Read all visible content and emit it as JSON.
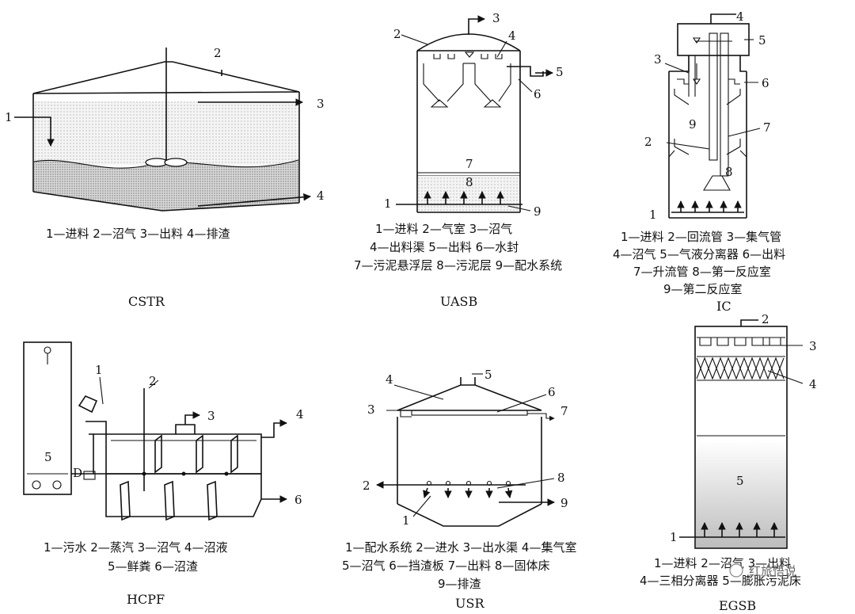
{
  "cstr": {
    "name": "CSTR",
    "nums": [
      "1",
      "2",
      "3",
      "4"
    ],
    "legend": [
      "1—进料 2—沼气 3—出料 4—排渣"
    ]
  },
  "uasb": {
    "name": "UASB",
    "nums": [
      "1",
      "2",
      "3",
      "4",
      "5",
      "6",
      "7",
      "8",
      "9"
    ],
    "legend": [
      "1—进料 2—气室 3—沼气",
      "4—出料渠 5—出料 6—水封",
      "7—污泥悬浮层 8—污泥层 9—配水系统"
    ]
  },
  "ic": {
    "name": "IC",
    "nums": [
      "1",
      "2",
      "3",
      "4",
      "5",
      "6",
      "7",
      "8",
      "9"
    ],
    "legend": [
      "1—进料 2—回流管 3—集气管",
      "4—沼气 5—气液分离器 6—出料",
      "7—升流管 8—第一反应室",
      "9—第二反应室"
    ]
  },
  "hcpf": {
    "name": "HCPF",
    "nums": [
      "1",
      "2",
      "3",
      "4",
      "5",
      "6"
    ],
    "d_label": "D",
    "legend": [
      "1—污水 2—蒸汽 3—沼气 4—沼液",
      "5—鲜粪 6—沼渣"
    ]
  },
  "usr": {
    "name": "USR",
    "nums": [
      "1",
      "2",
      "3",
      "4",
      "5",
      "6",
      "7",
      "8",
      "9"
    ],
    "legend": [
      "1—配水系统 2—进水 3—出水渠 4—集气室",
      "5—沼气 6—挡渣板 7—出料 8—固体床",
      "9—排渣"
    ]
  },
  "egsb": {
    "name": "EGSB",
    "nums": [
      "1",
      "2",
      "3",
      "4",
      "5"
    ],
    "legend": [
      "1—进料 2—沼气 3—出料",
      "4—三相分离器 5—膨胀污泥床"
    ]
  },
  "watermark": "红旅悟说"
}
